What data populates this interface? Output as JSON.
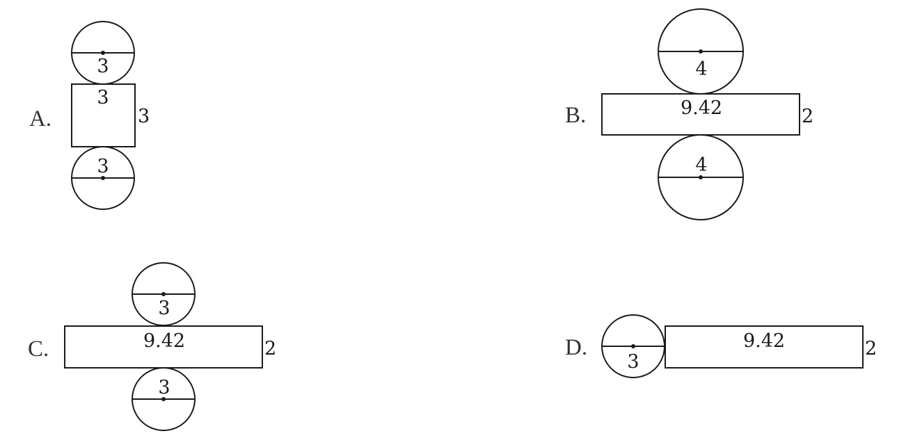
{
  "options": [
    {
      "letter": "A.",
      "top_circle_label": "3",
      "rect_label": "3",
      "side_label": "3",
      "bottom_circle_label": "3"
    },
    {
      "letter": "B.",
      "top_circle_label": "4",
      "rect_label": "9.42",
      "side_label": "2",
      "bottom_circle_label": "4"
    },
    {
      "letter": "C.",
      "top_circle_label": "3",
      "rect_label": "9.42",
      "side_label": "2",
      "bottom_circle_label": "3"
    },
    {
      "letter": "D.",
      "circle_label": "3",
      "rect_label": "9.42",
      "side_label": "2"
    }
  ]
}
